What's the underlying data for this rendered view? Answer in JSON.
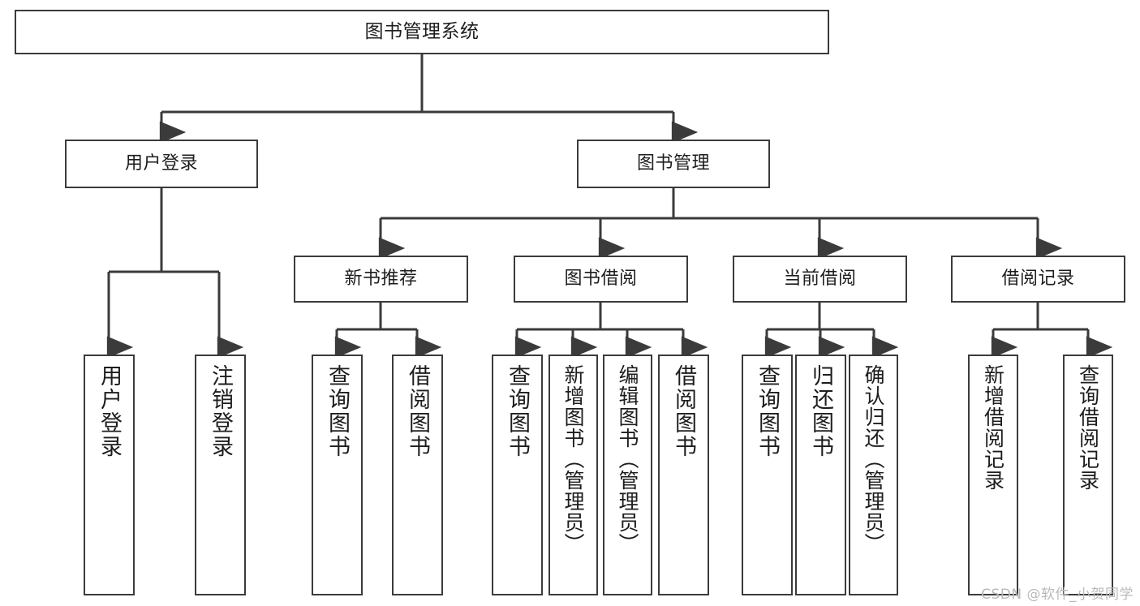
{
  "diagram": {
    "title": "图书管理系统",
    "type": "hierarchy-tree",
    "watermark": "CSDN @软件_小贺同学",
    "colors": {
      "box_border": "#3b3b3b",
      "box_fill": "#ffffff",
      "connector": "#3b3b3b",
      "text": "#1d1d1d",
      "watermark": "#b9b9b9",
      "background": "#ffffff"
    },
    "levels": {
      "root": {
        "label": "图书管理系统"
      },
      "level2": [
        {
          "id": "user-login",
          "label": "用户登录"
        },
        {
          "id": "book-management",
          "label": "图书管理"
        }
      ],
      "level3": [
        {
          "id": "new-book-recommend",
          "label": "新书推荐",
          "parent": "book-management"
        },
        {
          "id": "book-borrow",
          "label": "图书借阅",
          "parent": "book-management"
        },
        {
          "id": "current-borrow",
          "label": "当前借阅",
          "parent": "book-management"
        },
        {
          "id": "borrow-record",
          "label": "借阅记录",
          "parent": "book-management"
        }
      ],
      "leaves": [
        {
          "id": "leaf-user-login",
          "label": "用户登录",
          "parent": "user-login"
        },
        {
          "id": "leaf-logout-login",
          "label": "注销登录",
          "parent": "user-login"
        },
        {
          "id": "leaf-query-book-1",
          "label": "查询图书",
          "parent": "new-book-recommend"
        },
        {
          "id": "leaf-borrow-book-1",
          "label": "借阅图书",
          "parent": "new-book-recommend"
        },
        {
          "id": "leaf-query-book-2",
          "label": "查询图书",
          "parent": "book-borrow"
        },
        {
          "id": "leaf-add-book",
          "label": "新增图书（管理员）",
          "parent": "book-borrow"
        },
        {
          "id": "leaf-edit-book",
          "label": "编辑图书（管理员）",
          "parent": "book-borrow"
        },
        {
          "id": "leaf-borrow-book-2",
          "label": "借阅图书",
          "parent": "book-borrow"
        },
        {
          "id": "leaf-query-book-3",
          "label": "查询图书",
          "parent": "current-borrow"
        },
        {
          "id": "leaf-return-book",
          "label": "归还图书",
          "parent": "current-borrow"
        },
        {
          "id": "leaf-confirm-return",
          "label": "确认归还（管理员）",
          "parent": "current-borrow"
        },
        {
          "id": "leaf-add-record",
          "label": "新增借阅记录",
          "parent": "borrow-record"
        },
        {
          "id": "leaf-query-record",
          "label": "查询借阅记录",
          "parent": "borrow-record"
        }
      ]
    }
  }
}
